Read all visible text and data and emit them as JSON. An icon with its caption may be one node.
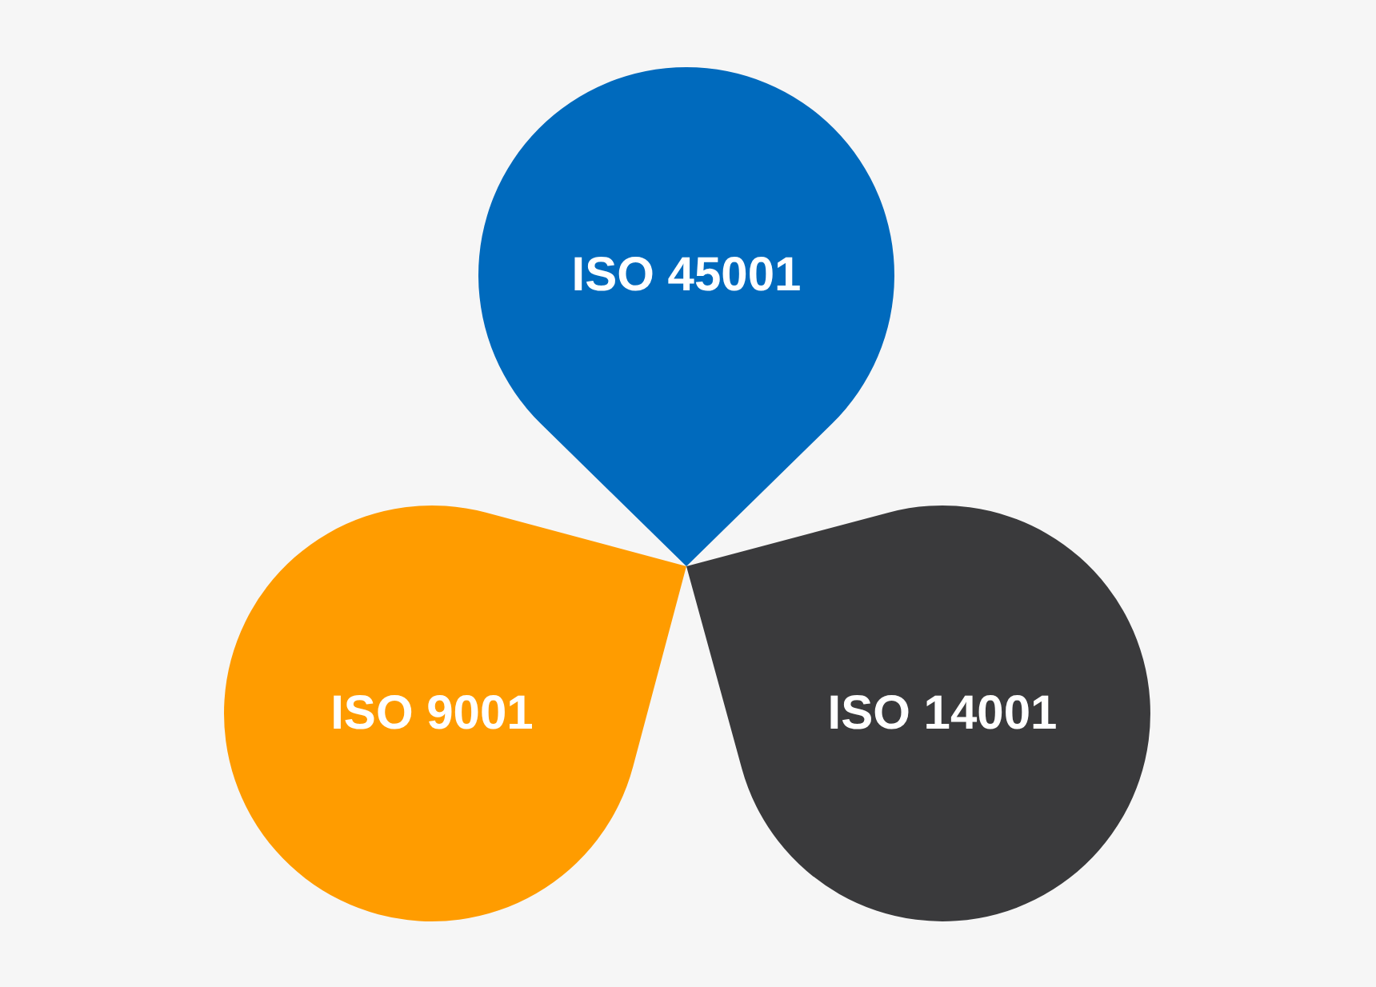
{
  "diagram": {
    "nodes": [
      {
        "text": [
          "ISO 45001"
        ]
      },
      {
        "text": [
          "ISO 9001"
        ]
      },
      {
        "text": [
          "ISO 14001"
        ]
      }
    ]
  }
}
